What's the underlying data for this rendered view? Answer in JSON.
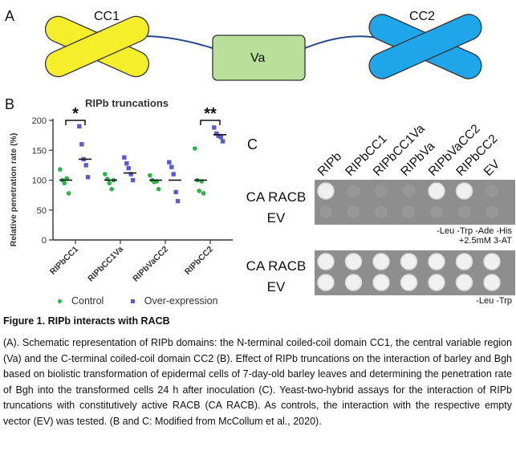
{
  "panel_a": {
    "letter": "A",
    "cc1_label": "CC1",
    "cc2_label": "CC2",
    "va_label": "Va",
    "colors": {
      "cc1": "#f5ee2a",
      "cc2": "#1ea5ea",
      "va": "#b9e09a"
    }
  },
  "panel_b": {
    "letter": "B",
    "chart_data": {
      "type": "scatter",
      "title": "RIPb truncations",
      "ylabel": "Relative penetration rate (%)",
      "xlabel": "",
      "categories": [
        "RIPbCC1",
        "RIPbCC1Va",
        "RIPbVaCC2",
        "RIPbCC2"
      ],
      "yticks": [
        0,
        50,
        100,
        150,
        200
      ],
      "ytick_labels": [
        "0",
        "50",
        "100",
        "150",
        "200"
      ],
      "ylim": [
        0,
        200
      ],
      "grid": false,
      "legend_position": "bottom",
      "series": [
        {
          "name": "Control",
          "color": "#2db34a",
          "marker": "circle",
          "points": [
            [
              118,
              100,
              95,
              103,
              78
            ],
            [
              110,
              102,
              95,
              85,
              100
            ],
            [
              108,
              100,
              97,
              98,
              85
            ],
            [
              153,
              100,
              82,
              98,
              78
            ]
          ],
          "means": [
            100,
            100,
            100,
            100
          ]
        },
        {
          "name": "Over-expression",
          "color": "#5a5ad6",
          "marker": "square",
          "points": [
            [
              190,
              160,
              135,
              125,
              105
            ],
            [
              138,
              128,
              120,
              110,
              100
            ],
            [
              130,
              122,
              110,
              80,
              65
            ],
            [
              188,
              178,
              174,
              172,
              165
            ]
          ],
          "means": [
            135,
            112,
            100,
            176
          ]
        }
      ],
      "significance": [
        {
          "category": "RIPbCC1",
          "label": "*"
        },
        {
          "category": "RIPbCC2",
          "label": "**"
        }
      ]
    }
  },
  "panel_c": {
    "letter": "C",
    "columns": [
      "RIPb",
      "RIPbCC1",
      "RIPbCC1Va",
      "RIPbVa",
      "RIPbVaCC2",
      "RIPbCC2",
      "EV"
    ],
    "plate1": {
      "rows": [
        "CA RACB",
        "EV"
      ],
      "growth": [
        [
          true,
          false,
          false,
          false,
          true,
          true,
          false
        ],
        [
          false,
          false,
          false,
          false,
          false,
          false,
          false
        ]
      ],
      "condition_line1": "-Leu -Trp -Ade -His",
      "condition_line2": "+2.5mM 3-AT"
    },
    "plate2": {
      "rows": [
        "CA RACB",
        "EV"
      ],
      "growth": [
        [
          true,
          true,
          true,
          true,
          true,
          true,
          true
        ],
        [
          true,
          true,
          true,
          true,
          true,
          true,
          true
        ]
      ],
      "condition_line1": "-Leu -Trp"
    }
  },
  "caption": {
    "title": "Figure 1. RIPb interacts with RACB",
    "body": "(A). Schematic representation of RIPb domains: the N-terminal coiled-coil domain CC1, the central variable region (Va) and the C-terminal coiled-coil domain CC2 (B). Effect of RIPb truncations on the interaction of barley and Bgh based on biolistic transformation of epidermal cells of 7-day-old barley leaves and determining the penetration rate of Bgh into the transformed cells 24 h after inoculation (C). Yeast-two-hybrid assays for the interaction of RIPb truncations with constitutively active RACB (CA RACB). As controls, the interaction with the respective empty vector (EV) was tested. (B and C: Modified from McCollum et al., 2020)."
  }
}
